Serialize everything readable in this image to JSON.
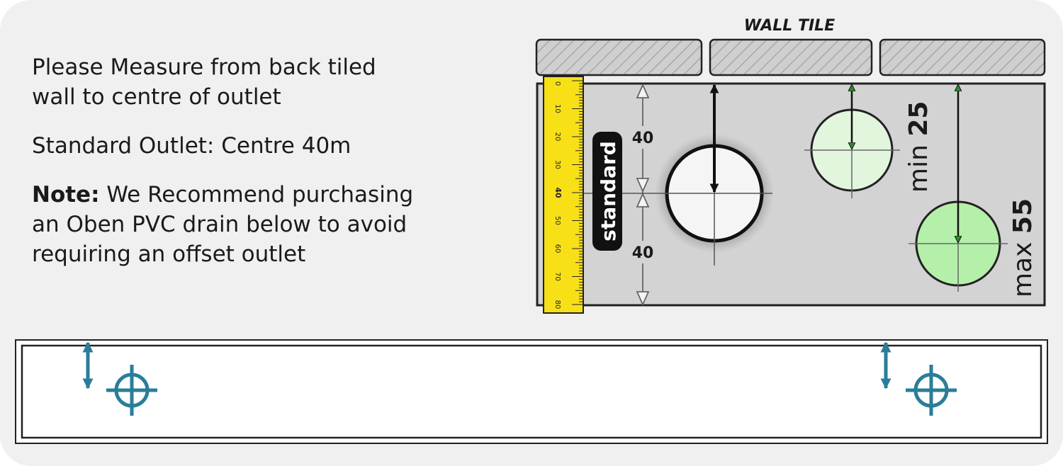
{
  "instructions": {
    "line1": "Please Measure from back tiled",
    "line2": "wall to centre of outlet",
    "standard": "Standard Outlet: Centre 40m",
    "note_label": "Note:",
    "note_line1": " We Recommend purchasing",
    "note_line2": "an Oben PVC drain below to avoid",
    "note_line3": "requiring an offset outlet"
  },
  "diagram": {
    "wall_tile_label": "WALL TILE",
    "standard_label": "standard",
    "dim_top": "40",
    "dim_bottom": "40",
    "min_prefix": "min ",
    "min_value": "25",
    "max_prefix": "max ",
    "max_value": "55",
    "ruler_ticks": [
      "0",
      "10",
      "20",
      "30",
      "40",
      "50",
      "60",
      "70",
      "80"
    ]
  },
  "colors": {
    "background": "#f0f0f0",
    "tray": "#d3d3d3",
    "tile": "#c8c8c8",
    "ruler": "#f7e016",
    "min_outlet": "#e2f6de",
    "max_outlet": "#b5f0ab",
    "green_arrow": "#2e8b2e",
    "drain_accent": "#2a7d9a"
  }
}
